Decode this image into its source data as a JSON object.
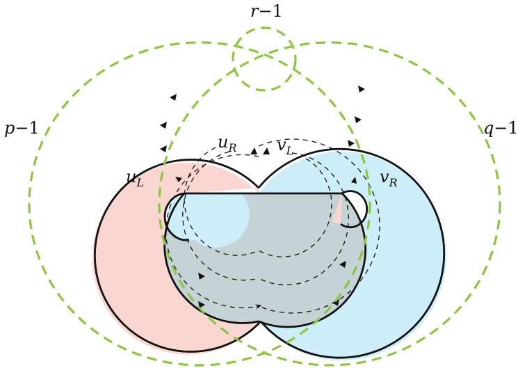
{
  "labels": {
    "r": {
      "var": "r",
      "rest": "−1"
    },
    "p": {
      "var": "p",
      "rest": "−1"
    },
    "q": {
      "var": "q",
      "rest": "−1"
    },
    "uR": {
      "main": "u",
      "sub": "R"
    },
    "vL": {
      "main": "v",
      "sub": "L"
    },
    "uL": {
      "main": "u",
      "sub": "L"
    },
    "vR": {
      "main": "v",
      "sub": "R"
    }
  },
  "colors": {
    "left_region": "#f9d6d0",
    "right_region": "#cdeef8",
    "overlap": "#c6d3d6",
    "curves": "#8cc63f",
    "edges": "#111111"
  }
}
